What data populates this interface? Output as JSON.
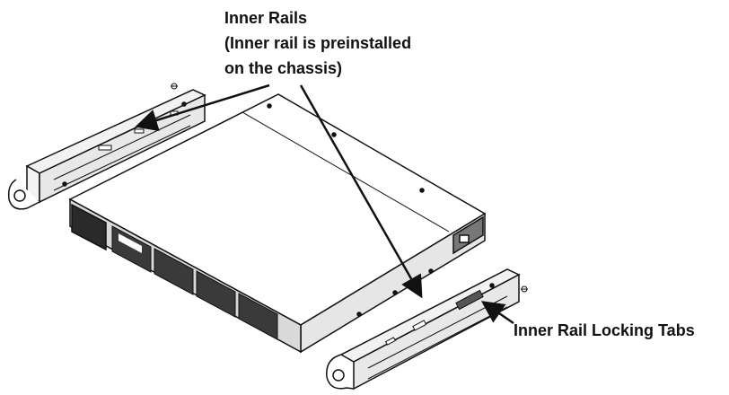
{
  "labels": {
    "inner_rails_title": "Inner Rails",
    "inner_rails_note_line1": "(Inner rail is preinstalled",
    "inner_rails_note_line2": "on the chassis)",
    "locking_tabs": "Inner Rail Locking Tabs"
  },
  "colors": {
    "ink": "#111111",
    "chassis_top": "#ffffff",
    "chassis_shade": "#e6e6e6",
    "front_panel": "#2a2a2a",
    "rail_fill": "#f2f2f2"
  },
  "icons": [
    "inner-rail-left",
    "inner-rail-right",
    "server-chassis",
    "callout-arrow"
  ]
}
